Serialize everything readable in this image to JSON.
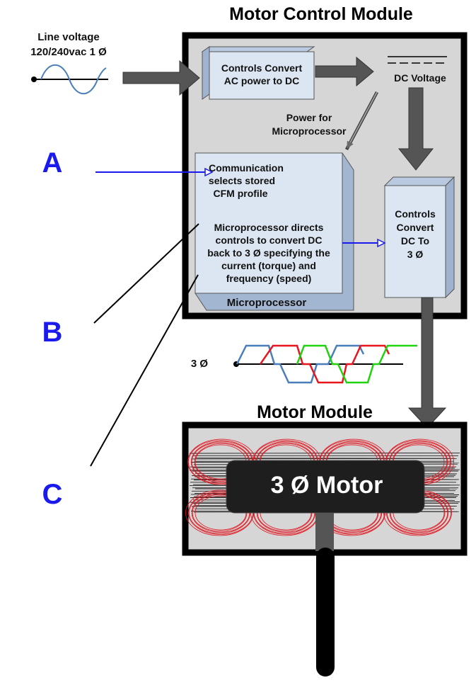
{
  "titles": {
    "motor_control_module": "Motor Control Module",
    "motor_module": "Motor Module"
  },
  "line_voltage": {
    "label": "Line voltage",
    "rating": "120/240vac 1 Ø"
  },
  "boxes": {
    "ac_to_dc_line1": "Controls Convert",
    "ac_to_dc_line2": "AC power to DC",
    "dc_voltage": "DC Voltage",
    "power_for_line1": "Power for",
    "power_for_line2": "Microprocessor",
    "comm_line1": "Communication",
    "comm_line2": "selects stored",
    "comm_line3": "CFM profile",
    "micro_line1": "Microprocessor directs",
    "micro_line2": "controls to convert DC",
    "micro_line3": "back to 3 Ø specifying the",
    "micro_line4": "current (torque) and",
    "micro_line5": "frequency (speed)",
    "micro_label": "Microprocessor",
    "dc_to_3ph_line1": "Controls",
    "dc_to_3ph_line2": "Convert",
    "dc_to_3ph_line3": "DC To",
    "dc_to_3ph_line4": "3 Ø"
  },
  "three_phase_label": "3 Ø",
  "motor_label": "3 Ø Motor",
  "callouts": {
    "a": "A",
    "b": "B",
    "c": "C"
  },
  "colors": {
    "module_fill": "#d6d6d6",
    "box_fill": "#dce6f2",
    "arrow_fill": "#555555",
    "callout_blue": "#1a1aee",
    "phase_blue": "#4a7ebb",
    "phase_red": "#e8141e",
    "phase_green": "#21d20f",
    "coil_red": "#e0141e"
  }
}
